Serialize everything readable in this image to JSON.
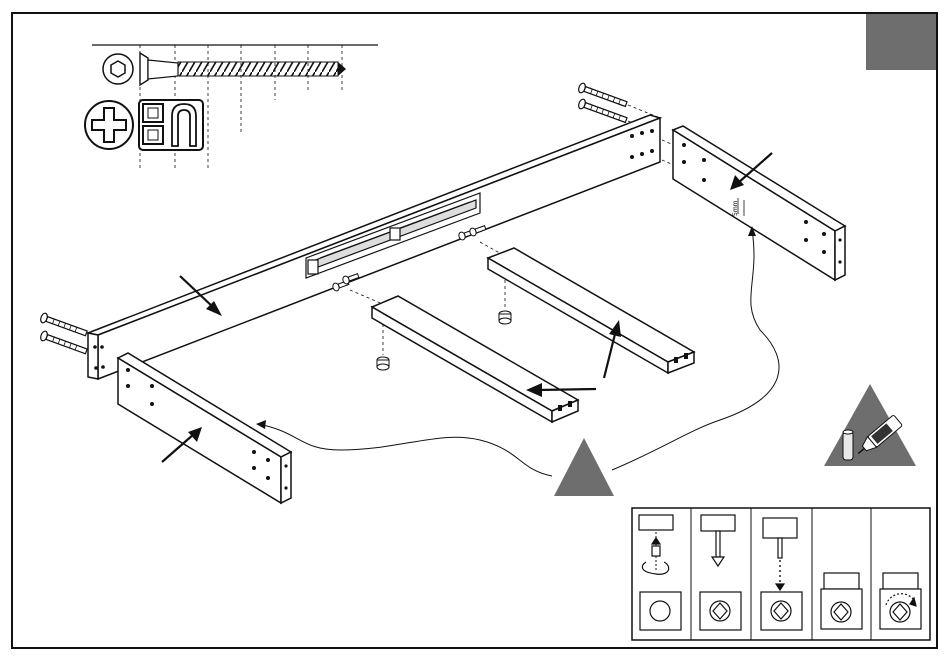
{
  "diagram": {
    "kind": "assembly-instruction-step",
    "step_box_color": "#6e6e6e",
    "warning_triangle_color": "#6e6e6e",
    "line_color": "#111111",
    "dimension_label": "5mm",
    "icons": {
      "hex_socket": "hex-socket-icon",
      "phillips": "phillips-screwdriver-icon",
      "hand_only": "hand-tighten-icon",
      "glue": "glue-bottle-icon"
    },
    "legend_steps": [
      {
        "name": "insert-and-turn"
      },
      {
        "name": "screw-seated"
      },
      {
        "name": "push-down"
      },
      {
        "name": "cam-placed"
      },
      {
        "name": "cam-rotate"
      }
    ]
  }
}
